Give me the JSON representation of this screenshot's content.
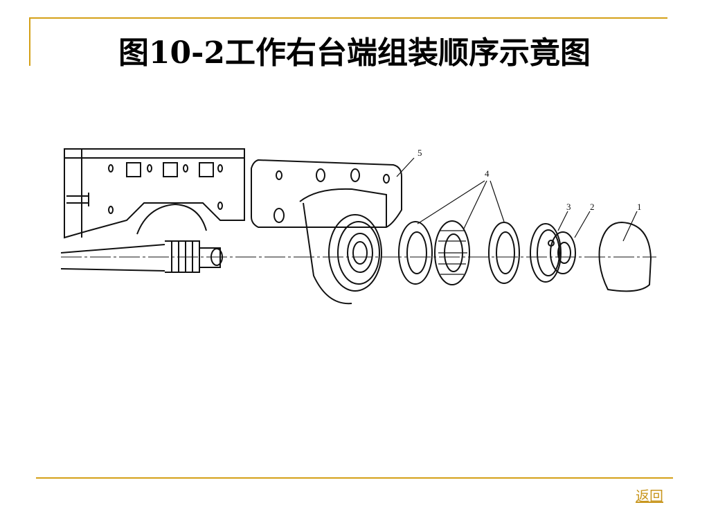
{
  "slide": {
    "title": "图10-2工作右台端组装顺序示竟图",
    "back_link": "返回",
    "accent_color": "#d4a017",
    "link_color": "#c8961e"
  },
  "diagram": {
    "part_labels": [
      "5",
      "4",
      "3",
      "2",
      "1"
    ]
  }
}
